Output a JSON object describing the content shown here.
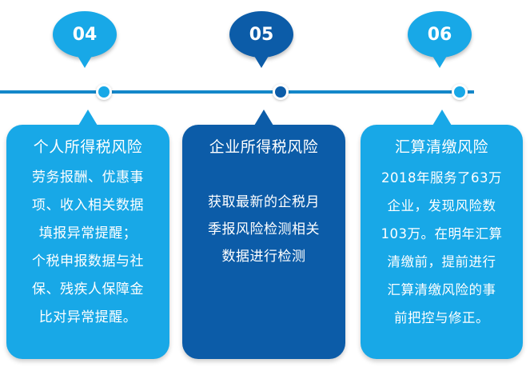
{
  "colors": {
    "light_blue": "#18a8e7",
    "dark_blue": "#0c5ca8",
    "line_blue": "#1487c9"
  },
  "steps": [
    {
      "number": "04",
      "title": "个人所得税风险",
      "lines": [
        "劳务报酬、优惠事",
        "项、收入相关数据",
        "填报异常提醒；",
        "个税申报数据与社",
        "保、残疾人保障金",
        "比对异常提醒。"
      ]
    },
    {
      "number": "05",
      "title": "企业所得税风险",
      "lines": [
        "获取最新的企税月",
        "季报风险检测相关",
        "数据进行检测"
      ]
    },
    {
      "number": "06",
      "title": "汇算清缴风险",
      "lines": [
        "2018年服务了63万",
        "企业，发现风险数",
        "103万。在明年汇算",
        "清缴前，提前进行",
        "汇算清缴风险的事",
        "前把控与修正。"
      ]
    }
  ]
}
